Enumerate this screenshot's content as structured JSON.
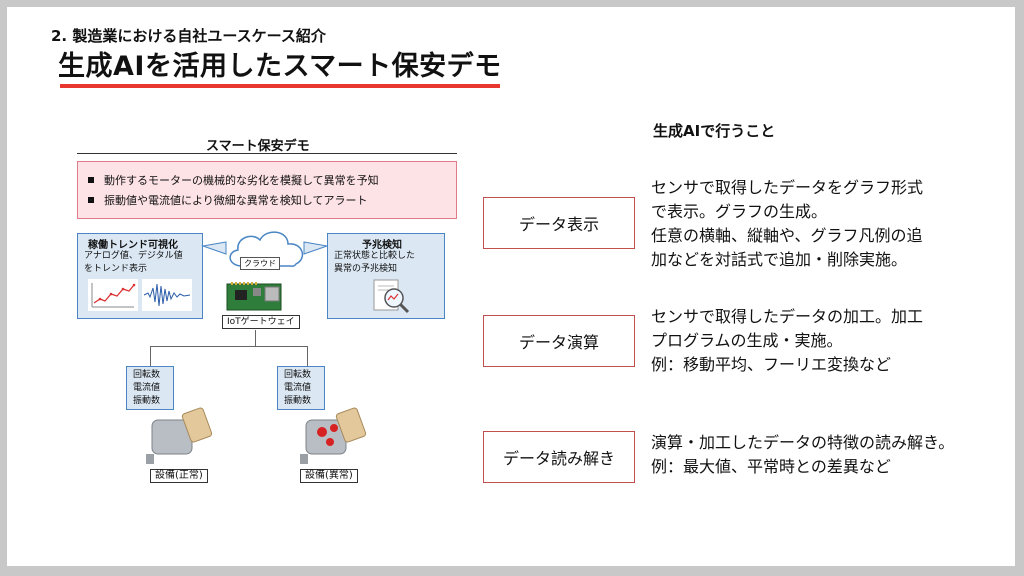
{
  "header": {
    "section": "2. 製造業における自社ユースケース紹介",
    "title": "生成AIを活用したスマート保安デモ",
    "accent_color": "#e8372f"
  },
  "diagram": {
    "title": "スマート保安デモ",
    "bullets": [
      "動作するモーターの機械的な劣化を模擬して異常を予知",
      "振動値や電流値により微細な異常を検知してアラート"
    ],
    "left_panel": {
      "heading": "稼働トレンド可視化",
      "lines": [
        "アナログ値、デジタル値",
        "をトレンド表示"
      ]
    },
    "right_panel": {
      "heading": "予兆検知",
      "lines": [
        "正常状態と比較した",
        "異常の予兆検知"
      ]
    },
    "cloud_label": "クラウド",
    "gateway_label": "IoTゲートウェイ",
    "sensor_values": [
      "回転数",
      "電流値",
      "振動数"
    ],
    "equipment": [
      {
        "label": "設備(正常)"
      },
      {
        "label": "設備(異常)"
      }
    ]
  },
  "right": {
    "heading": "生成AIで行うこと",
    "items": [
      {
        "label": "データ表示",
        "lines": [
          "センサで取得したデータをグラフ形式",
          "で表示。グラフの生成。",
          "任意の横軸、縦軸や、グラフ凡例の追",
          "加などを対話式で追加・削除実施。"
        ]
      },
      {
        "label": "データ演算",
        "lines": [
          "センサで取得したデータの加工。加工",
          "プログラムの生成・実施。",
          "例：移動平均、フーリエ変換など"
        ]
      },
      {
        "label": "データ読み解き",
        "lines": [
          "演算・加工したデータの特徴の読み解き。",
          "例：最大値、平常時との差異など"
        ]
      }
    ]
  }
}
